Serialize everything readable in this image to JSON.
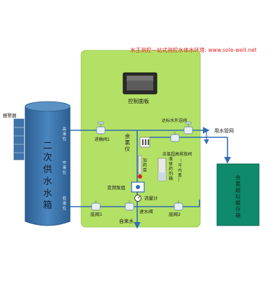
{
  "header": {
    "banner": "水王测控—站式测控水体水环境:  www.sole-well.net"
  },
  "panel": {
    "control_panel_label": "控制面板"
  },
  "tank": {
    "label_chars": [
      "二",
      "次",
      "供",
      "水",
      "水",
      "箱"
    ],
    "level_high": [
      "高",
      "液",
      "位"
    ],
    "level_mid": [
      "中",
      "液",
      "位"
    ],
    "level_low": [
      "低",
      "液",
      "位"
    ]
  },
  "alarm": {
    "label": "报警器"
  },
  "residual_chlorine": {
    "label_chars": [
      "余",
      "氯",
      "仪"
    ]
  },
  "components": {
    "inlet_valve_1": "进稿阀1",
    "standard_water_valve": "达标水外送阀",
    "water_pipe_network": "用水管网",
    "excess_drain_valve": "余氯超高排放阀",
    "dosing_pump": [
      "加",
      "药",
      "泵"
    ],
    "liquid_tank": [
      "液",
      "体",
      "药",
      "剂",
      "箱"
    ],
    "optional": [
      "（",
      "可",
      "内",
      "置",
      "）"
    ],
    "vfd_pump": "变频泵组",
    "flowmeter": "流量计",
    "bottom_valve_1": "底阀1",
    "inlet_water_valve": "进水阀",
    "bottom_valve_2": "底阀2",
    "tap_water": "自来水"
  },
  "storage_tank": {
    "label_chars": [
      "余",
      "氯",
      "超",
      "标",
      "缓",
      "存",
      "箱"
    ]
  },
  "colors": {
    "panel_fill": "#b3e165",
    "tank_fill": "#3e77ad",
    "storage_fill": "#0f8a6a",
    "pipe": "#2f6db4",
    "header_red": "#e02020"
  }
}
